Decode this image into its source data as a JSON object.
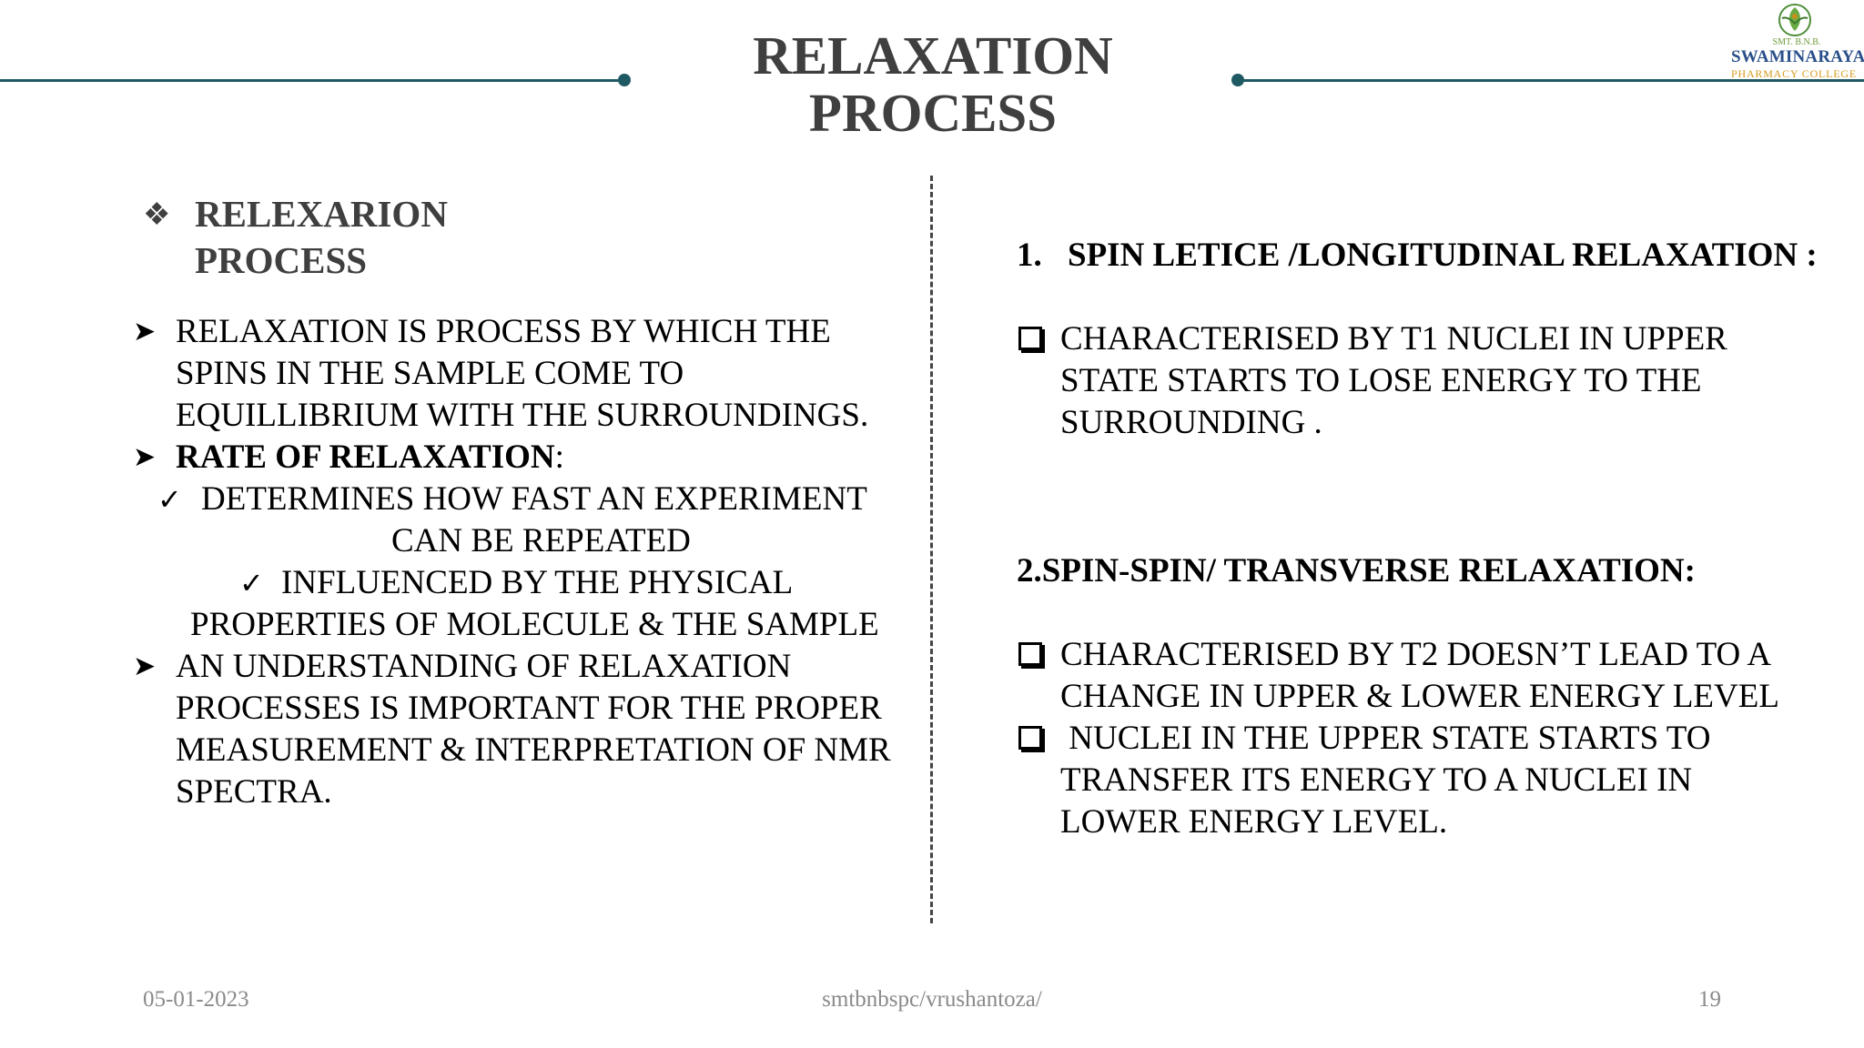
{
  "title": "RELAXATION\nPROCESS",
  "logo": {
    "small_text": "SMT. B.N.B.",
    "name": "SWAMINARAYAN",
    "subtitle": "PHARMACY COLLEGE"
  },
  "left": {
    "heading_line1": "RELEXARION",
    "heading_line2": "PROCESS",
    "lines": [
      "RELAXATION IS PROCESS BY WHICH THE",
      "SPINS IN THE SAMPLE COME TO",
      "EQUILLIBRIUM WITH THE SURROUNDINGS.",
      "RATE OF RELAXATION",
      ":",
      "DETERMINES HOW FAST AN EXPERIMENT",
      "CAN BE REPEATED",
      "INFLUENCED BY THE PHYSICAL",
      "PROPERTIES OF MOLECULE & THE SAMPLE",
      "AN UNDERSTANDING OF RELAXATION",
      "PROCESSES IS IMPORTANT FOR THE PROPER",
      "MEASUREMENT & INTERPRETATION OF NMR",
      "SPECTRA."
    ]
  },
  "right": {
    "heading1_num": "1.",
    "heading1": "SPIN LETICE /LONGITUDINAL RELAXATION :",
    "block1": [
      "CHARACTERISED BY T1 NUCLEI IN UPPER",
      "STATE STARTS TO LOSE ENERGY TO THE",
      "SURROUNDING ."
    ],
    "heading2": "2.SPIN-SPIN/ TRANSVERSE RELAXATION:",
    "block2": [
      "CHARACTERISED BY T2 DOESN’T LEAD TO A",
      "CHANGE IN UPPER & LOWER ENERGY LEVEL"
    ],
    "block3": [
      " NUCLEI IN THE UPPER STATE STARTS TO",
      "TRANSFER ITS ENERGY TO A NUCLEI IN",
      "LOWER ENERGY LEVEL."
    ]
  },
  "footer": {
    "date": "05-01-2023",
    "center": "smtbnbspc/vrushantoza/",
    "page": "19"
  },
  "colors": {
    "accent_line": "#1f5a64",
    "heading_gray": "#3f3f3f",
    "footer_gray": "#8a8a8a"
  },
  "icons": [
    "diamond-bullet-icon",
    "arrow-bullet-icon",
    "check-icon",
    "checkbox-bullet-icon"
  ]
}
